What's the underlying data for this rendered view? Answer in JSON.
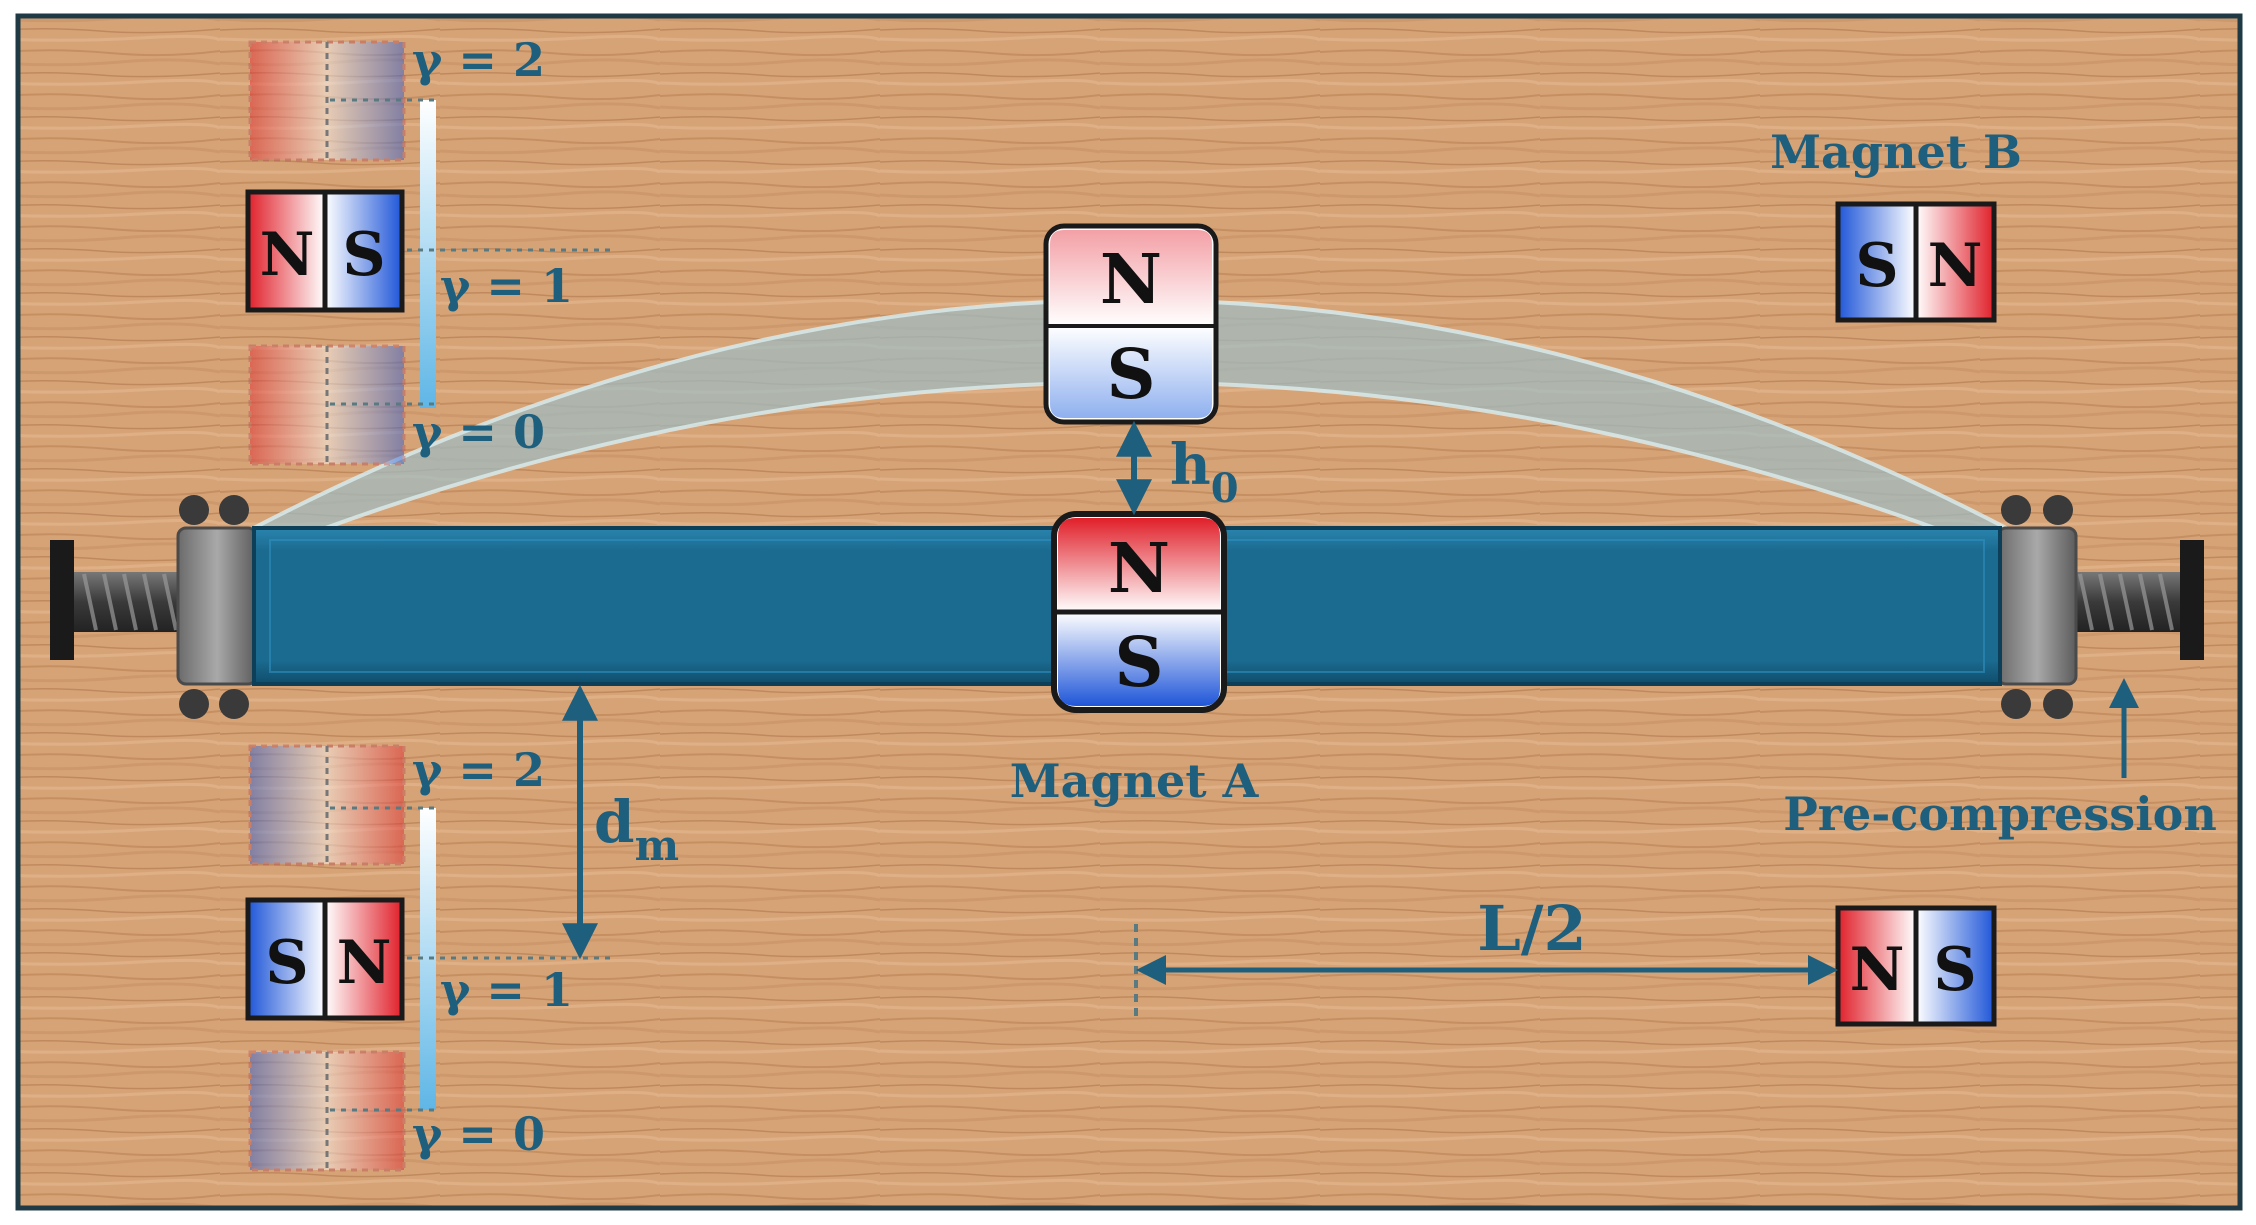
{
  "labels": {
    "magnet_a": "Magnet A",
    "magnet_b": "Magnet B",
    "h0_base": "h",
    "h0_sub": "0",
    "dm_base": "d",
    "dm_sub": "m",
    "half_length": "L/2",
    "pre_compression": "Pre-compression"
  },
  "top_group": {
    "gamma_2": "γ = 2",
    "gamma_1": "γ = 1",
    "gamma_0": "γ = 0",
    "pole_left": "N",
    "pole_right": "S"
  },
  "bottom_group": {
    "gamma_2": "γ = 2",
    "gamma_1": "γ = 1",
    "gamma_0": "γ = 0",
    "pole_left": "S",
    "pole_right": "N"
  },
  "magnet_a_poles": {
    "top": "N",
    "bottom": "S"
  },
  "upper_magnet_poles": {
    "top": "N",
    "bottom": "S"
  },
  "magnet_b_upper_poles": {
    "left": "S",
    "right": "N"
  },
  "magnet_b_lower_poles": {
    "left": "N",
    "right": "S"
  },
  "colors": {
    "beam": "#1b6a90",
    "label": "#1e5f7e",
    "north": "#e0202a",
    "south": "#1f56d8",
    "wood": "#d8a87a",
    "frame": "#1f3a44"
  }
}
